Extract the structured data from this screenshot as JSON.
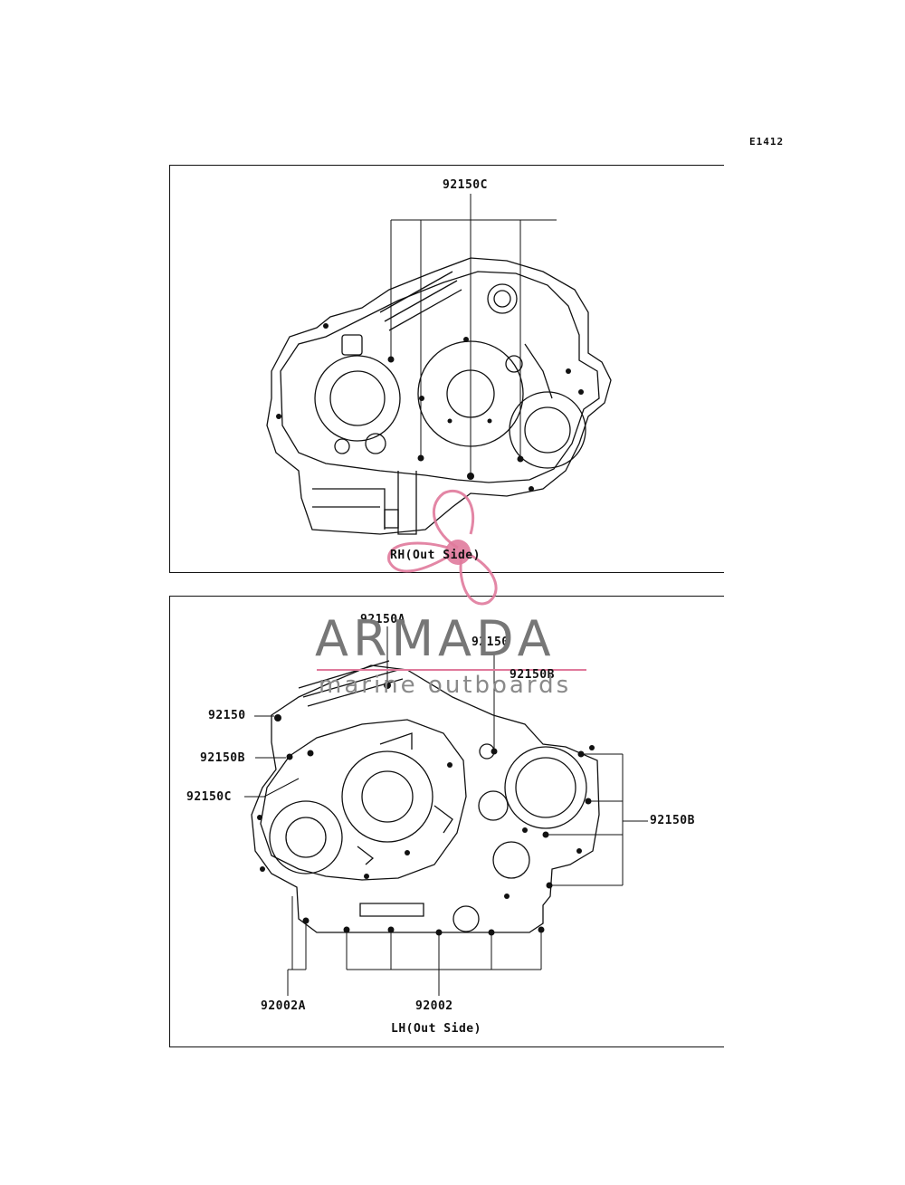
{
  "diagram_code": "E1412",
  "rh_view": {
    "caption": "RH(Out Side)",
    "labels": [
      "92150C"
    ]
  },
  "lh_view": {
    "caption": "LH(Out Side)",
    "labels": {
      "top_92150A": "92150A",
      "top_92150": "92150",
      "top_92150B": "92150B",
      "left_92150": "92150",
      "left_92150B": "92150B",
      "left_92150C": "92150C",
      "right_92150B": "92150B",
      "bottom_92002A": "92002A",
      "bottom_92002": "92002"
    }
  },
  "watermark": {
    "brand": "ARMADA",
    "tagline": "marine outboards",
    "logo_color": "#e07a9c",
    "text_color": "#777777"
  }
}
